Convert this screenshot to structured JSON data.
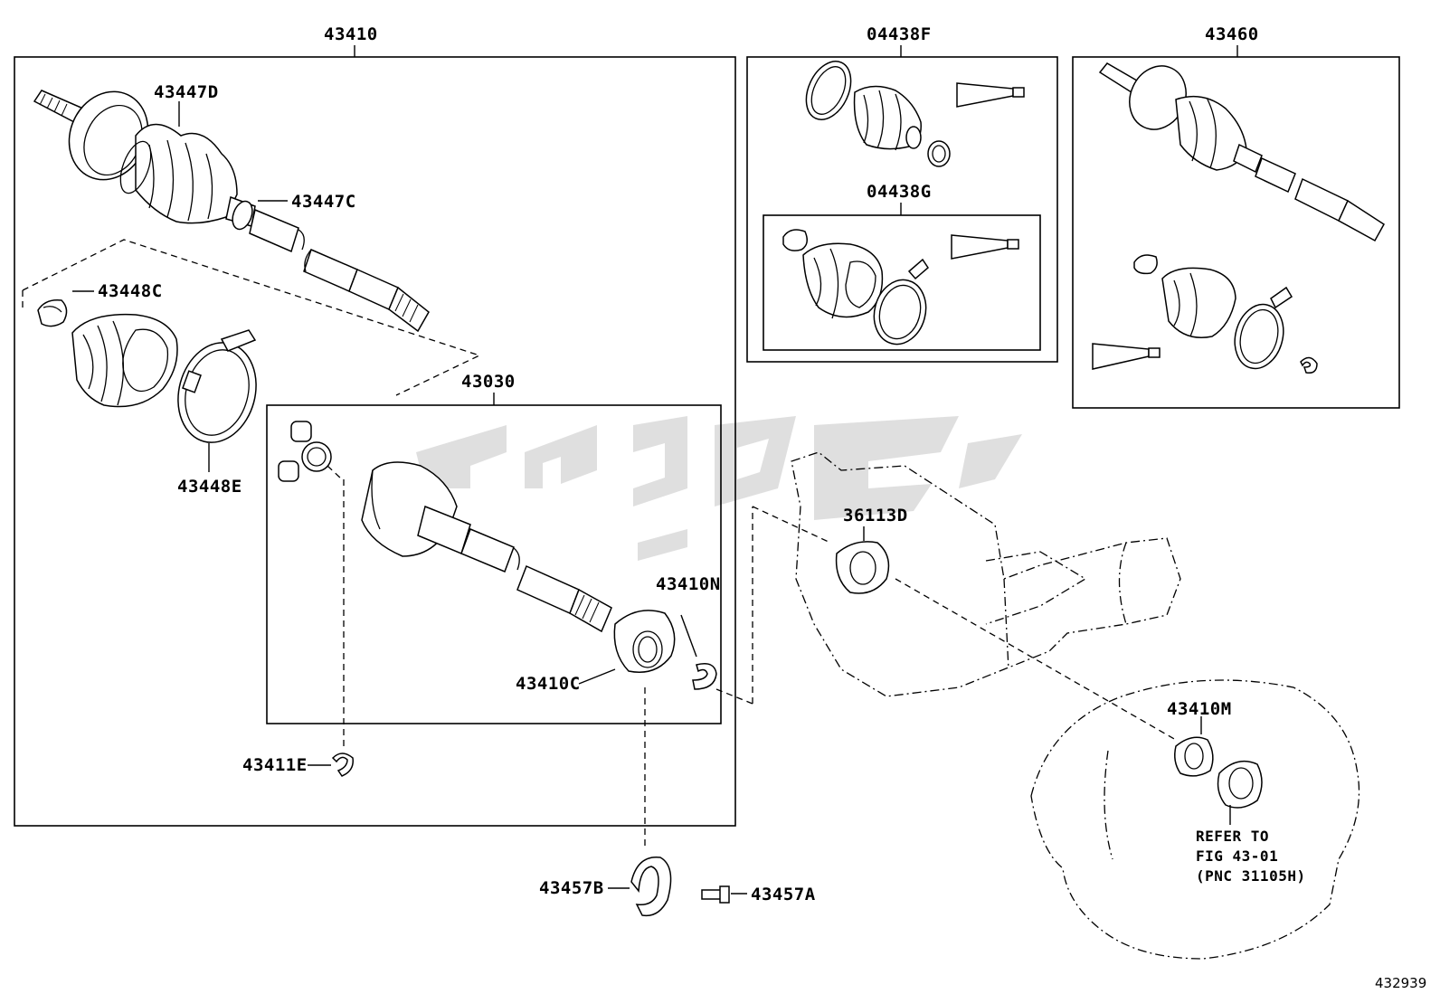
{
  "diagram": {
    "groups": [
      {
        "id": "43410",
        "label": "43410"
      },
      {
        "id": "04438F",
        "label": "04438F"
      },
      {
        "id": "04438G",
        "label": "04438G"
      },
      {
        "id": "43460",
        "label": "43460"
      },
      {
        "id": "43030",
        "label": "43030"
      }
    ],
    "parts": {
      "p43447D": "43447D",
      "p43447C": "43447C",
      "p43448C": "43448C",
      "p43448E": "43448E",
      "p43410N": "43410N",
      "p43410C": "43410C",
      "p43411E": "43411E",
      "p43457B": "43457B",
      "p43457A": "43457A",
      "p36113D": "36113D",
      "p43410M": "43410M"
    },
    "note": {
      "line1": "REFER TO",
      "line2": "FIG 43-01",
      "line3": "(PNC 31105H)"
    },
    "figure_number": "432939"
  }
}
